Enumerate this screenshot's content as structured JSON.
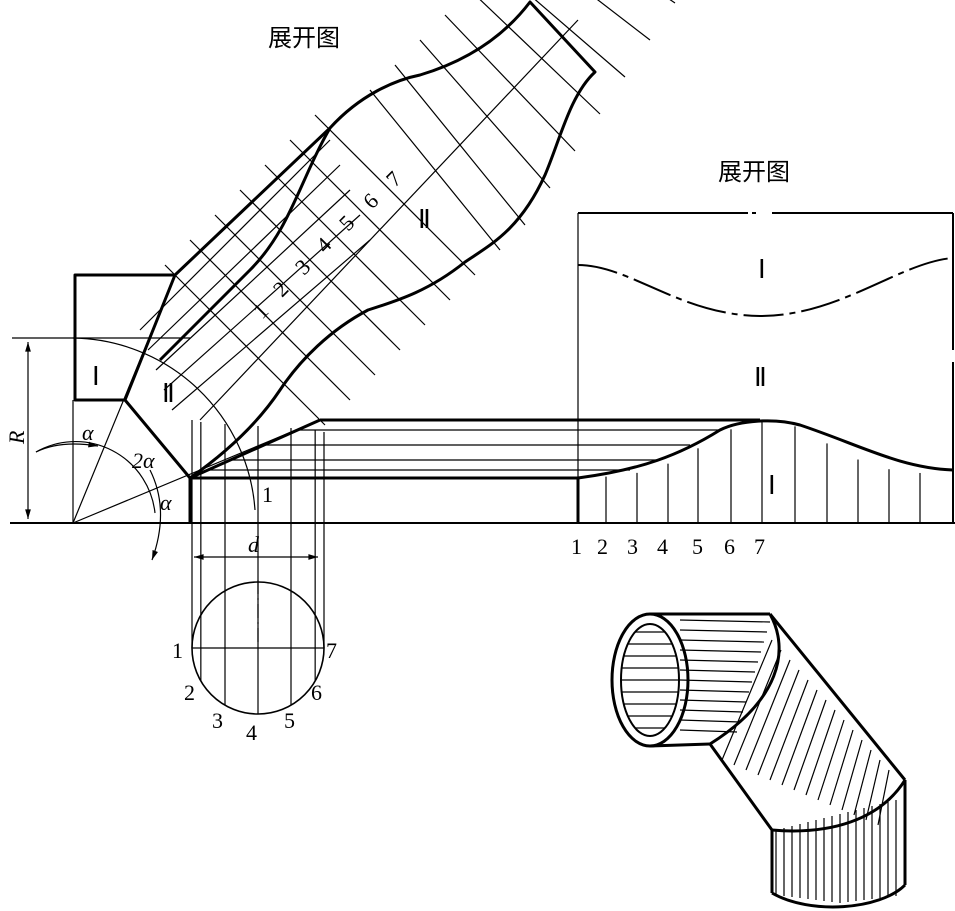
{
  "titles": {
    "development_upper": "展开图",
    "development_right": "展开图"
  },
  "part_labels": {
    "part1": "Ⅰ",
    "part2": "Ⅱ"
  },
  "dimensions": {
    "radius": "R",
    "diameter": "d",
    "angle_alpha": "α",
    "angle_2alpha": "2α"
  },
  "division_points": [
    "1",
    "2",
    "3",
    "4",
    "5",
    "6",
    "7"
  ],
  "circle_points": [
    "1",
    "2",
    "3",
    "4",
    "5",
    "6",
    "7"
  ],
  "section_point_label": "1",
  "description": "Two-segment (three-part) pipe elbow: front view, cross-section circle divided into 6 parts, development patterns for parts I and II, and isometric view"
}
